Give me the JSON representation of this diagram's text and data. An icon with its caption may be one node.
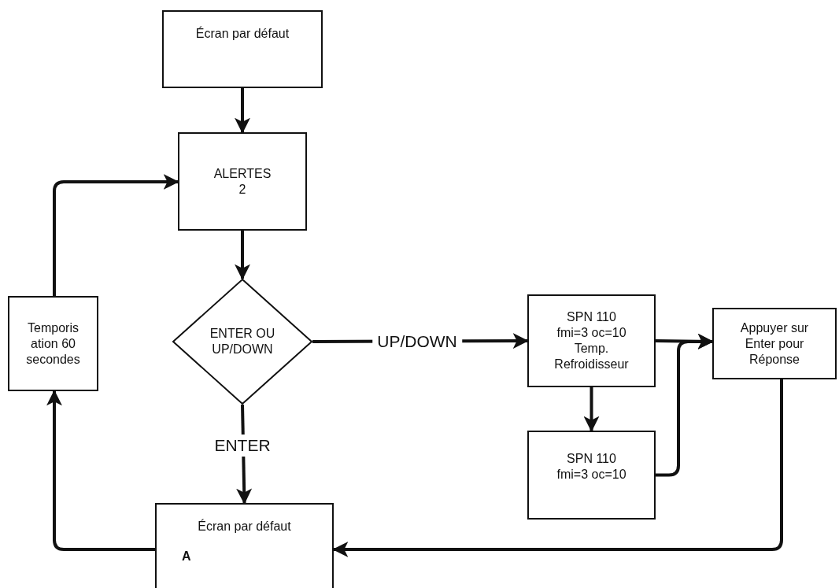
{
  "diagram": {
    "nodes": [
      {
        "text": [
          "Écran par défaut"
        ]
      },
      {
        "text": [
          "ALERTES 2"
        ]
      },
      {
        "text": [
          "ENTER OU UP/DOWN"
        ]
      },
      {
        "text": [
          "Temporis ation 60 secondes"
        ]
      },
      {
        "text": [
          "SPN 110 fmi=3 oc=10 Temp. Refroidisseur"
        ]
      },
      {
        "text": [
          "Appuyer sur Enter pour Réponse"
        ]
      },
      {
        "text": [
          "SPN 110 fmi=3 oc=10"
        ]
      },
      {
        "text": [
          "Écran par défaut",
          "A"
        ]
      }
    ],
    "edges": [
      {
        "from": 0,
        "to": 1,
        "arrow": "to"
      },
      {
        "from": 1,
        "to": 2,
        "arrow": "to"
      },
      {
        "from": 2,
        "to": 4,
        "arrow": "to",
        "label": "UP/DOWN"
      },
      {
        "from": 2,
        "to": 7,
        "arrow": "to",
        "label": "ENTER"
      },
      {
        "from": 4,
        "to": 5,
        "arrow": "to"
      },
      {
        "from": 6,
        "to": 5,
        "arrow": "to"
      },
      {
        "from": 4,
        "to": 6,
        "arrow": "to"
      },
      {
        "from": 5,
        "to": 7,
        "arrow": "to"
      },
      {
        "from": 7,
        "to": 3,
        "arrow": "to"
      },
      {
        "from": 3,
        "to": 1,
        "arrow": "to"
      }
    ]
  }
}
